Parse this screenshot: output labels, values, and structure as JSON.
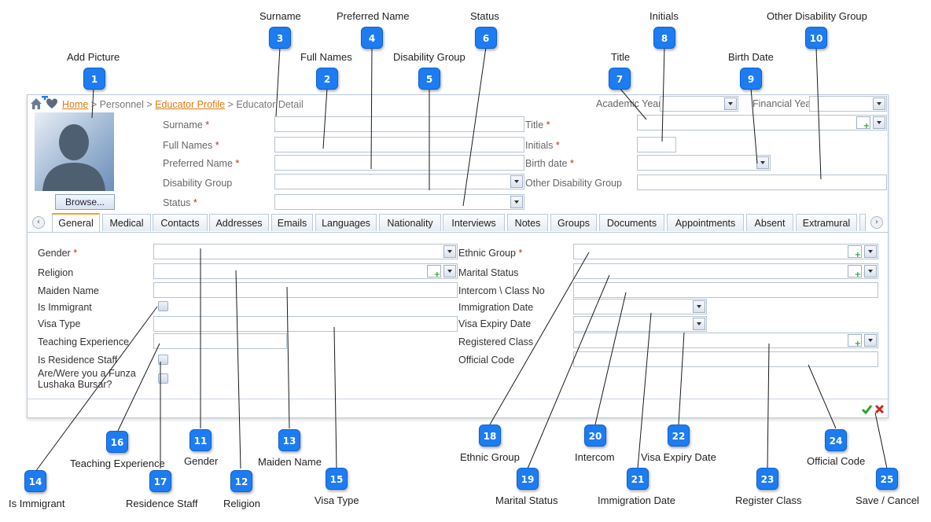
{
  "breadcrumb": {
    "home": "Home",
    "sep1": " > ",
    "personnel": "Personnel",
    "sep2": " > ",
    "profile": "Educator Profile",
    "sep3": " > ",
    "current": "Educator Detail"
  },
  "top": {
    "academic_year_label": "Academic Year",
    "financial_year_label": "Financial Year"
  },
  "header_fields": {
    "surname": "Surname",
    "full_names": "Full Names",
    "preferred_name": "Preferred Name",
    "disability_group": "Disability Group",
    "status": "Status",
    "title": "Title",
    "initials": "Initials",
    "birth_date": "Birth date",
    "other_disability_group": "Other Disability Group",
    "required_mark": "*"
  },
  "browse_label": "Browse...",
  "tabs": [
    "General",
    "Medical",
    "Contacts",
    "Addresses",
    "Emails",
    "Languages",
    "Nationality",
    "Interviews",
    "Notes",
    "Groups",
    "Documents",
    "Appointments",
    "Absent",
    "Extramural"
  ],
  "general": {
    "gender": "Gender",
    "religion": "Religion",
    "maiden_name": "Maiden Name",
    "is_immigrant": "Is Immigrant",
    "visa_type": "Visa Type",
    "teaching_experience": "Teaching Experience",
    "is_residence_staff": "Is Residence Staff",
    "funza_line1": "Are/Were you a Funza",
    "funza_line2": "Lushaka Bursar?",
    "ethnic_group": "Ethnic Group",
    "marital_status": "Marital Status",
    "intercom": "Intercom \\ Class No",
    "immigration_date": "Immigration Date",
    "visa_expiry_date": "Visa Expiry Date",
    "registered_class": "Registered Class",
    "official_code": "Official Code"
  },
  "annotations": [
    {
      "n": "1",
      "label": "Add Picture"
    },
    {
      "n": "2",
      "label": "Full Names"
    },
    {
      "n": "3",
      "label": "Surname"
    },
    {
      "n": "4",
      "label": "Preferred Name"
    },
    {
      "n": "5",
      "label": "Disability Group"
    },
    {
      "n": "6",
      "label": "Status"
    },
    {
      "n": "7",
      "label": "Title"
    },
    {
      "n": "8",
      "label": "Initials"
    },
    {
      "n": "9",
      "label": "Birth Date"
    },
    {
      "n": "10",
      "label": "Other Disability Group"
    },
    {
      "n": "11",
      "label": "Gender"
    },
    {
      "n": "12",
      "label": "Religion"
    },
    {
      "n": "13",
      "label": "Maiden Name"
    },
    {
      "n": "14",
      "label": "Is Immigrant"
    },
    {
      "n": "15",
      "label": "Visa Type"
    },
    {
      "n": "16",
      "label": "Teaching Experience"
    },
    {
      "n": "17",
      "label": "Residence Staff"
    },
    {
      "n": "18",
      "label": "Ethnic Group"
    },
    {
      "n": "19",
      "label": "Marital Status"
    },
    {
      "n": "20",
      "label": "Intercom"
    },
    {
      "n": "21",
      "label": "Immigration Date"
    },
    {
      "n": "22",
      "label": "Visa Expiry Date"
    },
    {
      "n": "23",
      "label": "Register Class"
    },
    {
      "n": "24",
      "label": "Official Code"
    },
    {
      "n": "25",
      "label": "Save / Cancel"
    }
  ],
  "colors": {
    "badge": "#1d7cf2",
    "link": "#e07b10",
    "required": "#d0281b",
    "save": "#2aa52a",
    "cancel": "#d0281b"
  },
  "icons": {
    "home": "home-icon",
    "add_favorite": "add-favorite-icon",
    "save": "check-icon",
    "cancel": "close-icon"
  }
}
